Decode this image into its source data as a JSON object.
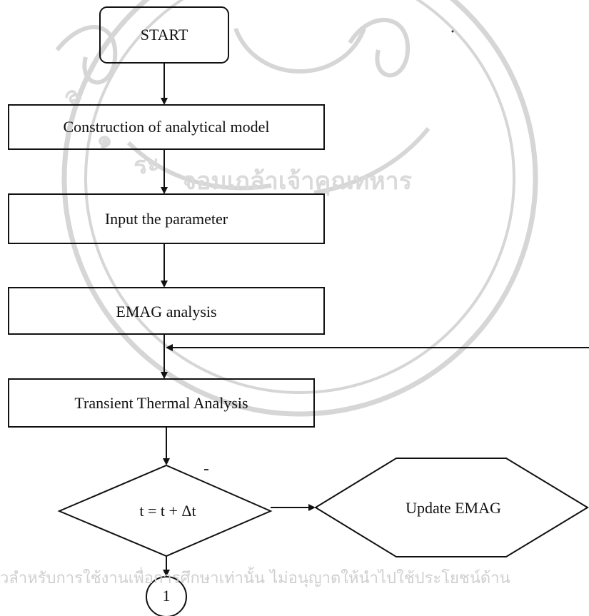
{
  "flowchart": {
    "start": "START",
    "step1": "Construction of analytical model",
    "step2": "Input the parameter",
    "step3": "EMAG analysis",
    "step4": "Transient Thermal Analysis",
    "decision": "t = t + Δt",
    "update": "Update EMAG",
    "connector": "1"
  },
  "watermark": {
    "footer_text": "วลำหรับการใช้งานเพื่อการศึกษาเท่านั้น ไม่อนุญาตให้นำไปใช้ประโยชน์ด้าน"
  },
  "colors": {
    "line": "#111111",
    "watermark": "#d2d2d2"
  }
}
